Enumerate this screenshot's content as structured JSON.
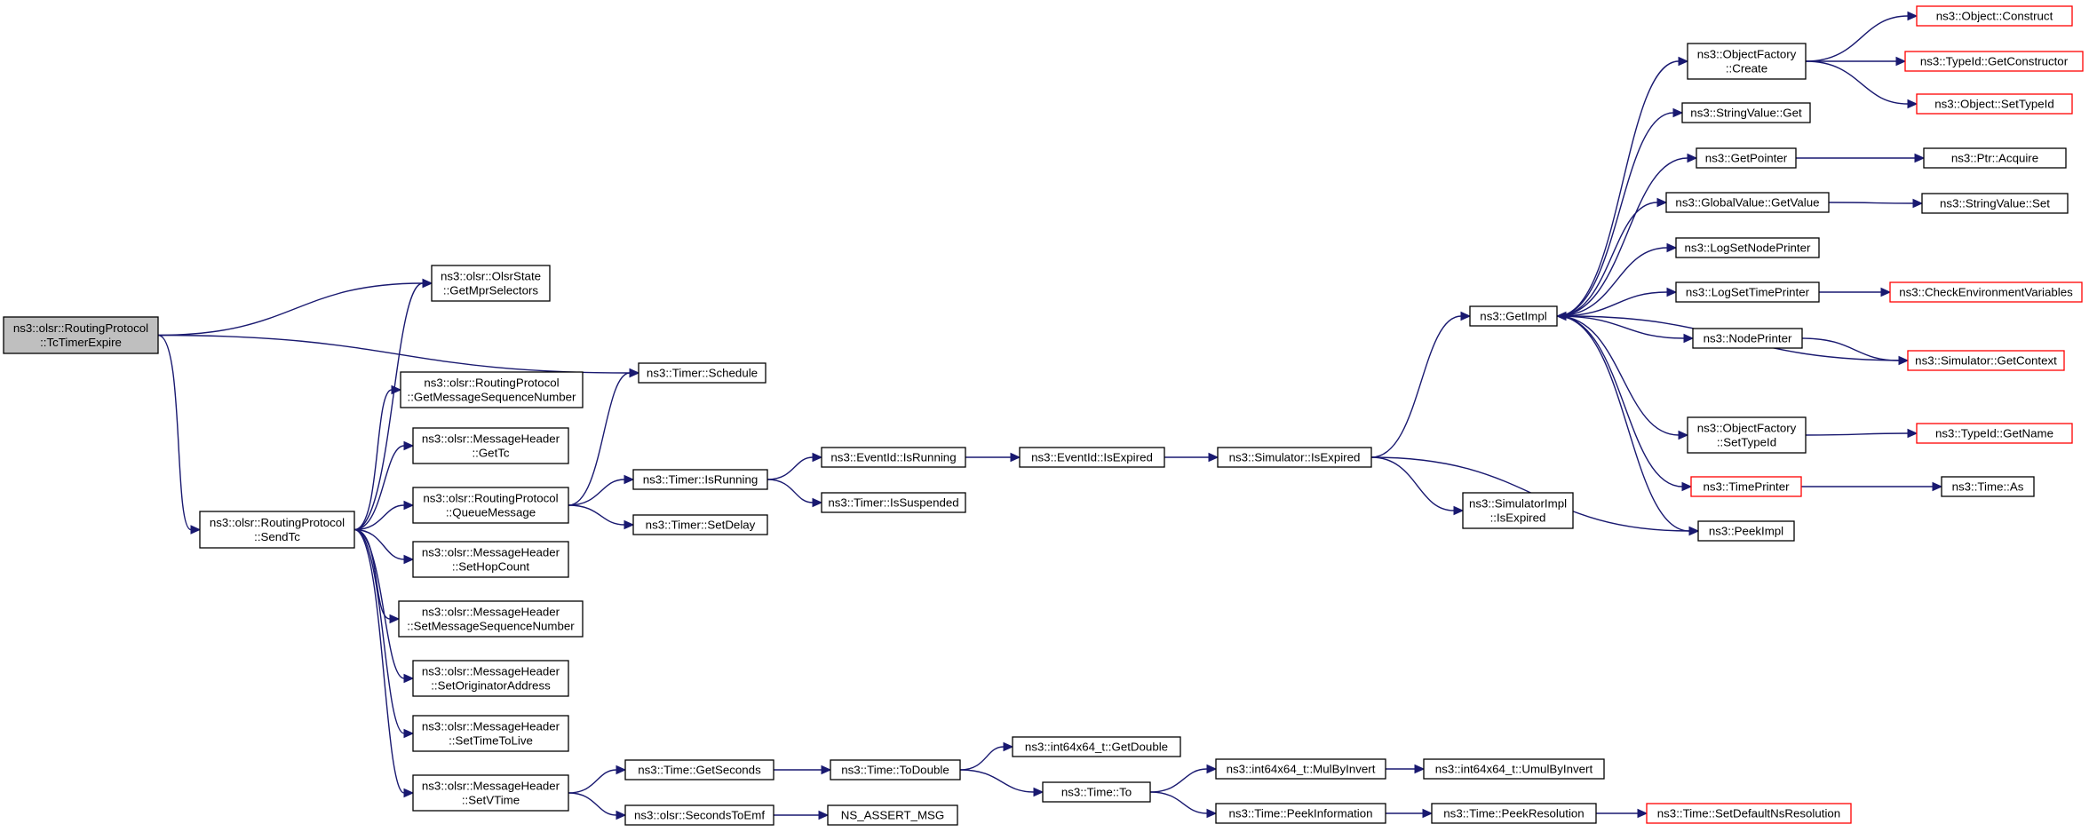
{
  "nodes": [
    {
      "id": "tc",
      "lines": [
        "ns3::olsr::RoutingProtocol",
        "::TcTimerExpire"
      ],
      "kind": "root"
    },
    {
      "id": "mpr",
      "lines": [
        "ns3::olsr::OlsrState",
        "::GetMprSelectors"
      ],
      "kind": "normal"
    },
    {
      "id": "sched",
      "lines": [
        "ns3::Timer::Schedule"
      ],
      "kind": "normal"
    },
    {
      "id": "sendtc",
      "lines": [
        "ns3::olsr::RoutingProtocol",
        "::SendTc"
      ],
      "kind": "normal"
    },
    {
      "id": "gmsn",
      "lines": [
        "ns3::olsr::RoutingProtocol",
        "::GetMessageSequenceNumber"
      ],
      "kind": "normal"
    },
    {
      "id": "gettc",
      "lines": [
        "ns3::olsr::MessageHeader",
        "::GetTc"
      ],
      "kind": "normal"
    },
    {
      "id": "qmsg",
      "lines": [
        "ns3::olsr::RoutingProtocol",
        "::QueueMessage"
      ],
      "kind": "normal"
    },
    {
      "id": "hop",
      "lines": [
        "ns3::olsr::MessageHeader",
        "::SetHopCount"
      ],
      "kind": "normal"
    },
    {
      "id": "smsn",
      "lines": [
        "ns3::olsr::MessageHeader",
        "::SetMessageSequenceNumber"
      ],
      "kind": "normal"
    },
    {
      "id": "orig",
      "lines": [
        "ns3::olsr::MessageHeader",
        "::SetOriginatorAddress"
      ],
      "kind": "normal"
    },
    {
      "id": "ttl",
      "lines": [
        "ns3::olsr::MessageHeader",
        "::SetTimeToLive"
      ],
      "kind": "normal"
    },
    {
      "id": "vtime",
      "lines": [
        "ns3::olsr::MessageHeader",
        "::SetVTime"
      ],
      "kind": "normal"
    },
    {
      "id": "isrun",
      "lines": [
        "ns3::Timer::IsRunning"
      ],
      "kind": "normal"
    },
    {
      "id": "delay",
      "lines": [
        "ns3::Timer::SetDelay"
      ],
      "kind": "normal"
    },
    {
      "id": "eidrun",
      "lines": [
        "ns3::EventId::IsRunning"
      ],
      "kind": "normal"
    },
    {
      "id": "issusp",
      "lines": [
        "ns3::Timer::IsSuspended"
      ],
      "kind": "normal"
    },
    {
      "id": "eidexp",
      "lines": [
        "ns3::EventId::IsExpired"
      ],
      "kind": "normal"
    },
    {
      "id": "simexp",
      "lines": [
        "ns3::Simulator::IsExpired"
      ],
      "kind": "normal"
    },
    {
      "id": "simimplexp",
      "lines": [
        "ns3::SimulatorImpl",
        "::IsExpired"
      ],
      "kind": "normal"
    },
    {
      "id": "getimpl",
      "lines": [
        "ns3::GetImpl"
      ],
      "kind": "normal"
    },
    {
      "id": "ofcreate",
      "lines": [
        "ns3::ObjectFactory",
        "::Create"
      ],
      "kind": "normal"
    },
    {
      "id": "svget",
      "lines": [
        "ns3::StringValue::Get"
      ],
      "kind": "normal"
    },
    {
      "id": "getptr",
      "lines": [
        "ns3::GetPointer"
      ],
      "kind": "normal"
    },
    {
      "id": "gvget",
      "lines": [
        "ns3::GlobalValue::GetValue"
      ],
      "kind": "normal"
    },
    {
      "id": "lsnp",
      "lines": [
        "ns3::LogSetNodePrinter"
      ],
      "kind": "normal"
    },
    {
      "id": "lstp",
      "lines": [
        "ns3::LogSetTimePrinter"
      ],
      "kind": "normal"
    },
    {
      "id": "nodepr",
      "lines": [
        "ns3::NodePrinter"
      ],
      "kind": "normal"
    },
    {
      "id": "ofsettid",
      "lines": [
        "ns3::ObjectFactory",
        "::SetTypeId"
      ],
      "kind": "normal"
    },
    {
      "id": "timepr",
      "lines": [
        "ns3::TimePrinter"
      ],
      "kind": "ext"
    },
    {
      "id": "peekimpl",
      "lines": [
        "ns3::PeekImpl"
      ],
      "kind": "normal"
    },
    {
      "id": "objconstruct",
      "lines": [
        "ns3::Object::Construct"
      ],
      "kind": "ext"
    },
    {
      "id": "tidgetctor",
      "lines": [
        "ns3::TypeId::GetConstructor"
      ],
      "kind": "ext"
    },
    {
      "id": "objsettid",
      "lines": [
        "ns3::Object::SetTypeId"
      ],
      "kind": "ext"
    },
    {
      "id": "ptracq",
      "lines": [
        "ns3::Ptr::Acquire"
      ],
      "kind": "normal"
    },
    {
      "id": "svset",
      "lines": [
        "ns3::StringValue::Set"
      ],
      "kind": "normal"
    },
    {
      "id": "checkenv",
      "lines": [
        "ns3::CheckEnvironmentVariables"
      ],
      "kind": "ext"
    },
    {
      "id": "simgetctx",
      "lines": [
        "ns3::Simulator::GetContext"
      ],
      "kind": "ext"
    },
    {
      "id": "tidgetname",
      "lines": [
        "ns3::TypeId::GetName"
      ],
      "kind": "ext"
    },
    {
      "id": "timeas",
      "lines": [
        "ns3::Time::As"
      ],
      "kind": "normal"
    },
    {
      "id": "getsec",
      "lines": [
        "ns3::Time::GetSeconds"
      ],
      "kind": "normal"
    },
    {
      "id": "sec2emf",
      "lines": [
        "ns3::olsr::SecondsToEmf"
      ],
      "kind": "normal"
    },
    {
      "id": "todouble",
      "lines": [
        "ns3::Time::ToDouble"
      ],
      "kind": "normal"
    },
    {
      "id": "nsassert",
      "lines": [
        "NS_ASSERT_MSG"
      ],
      "kind": "normal"
    },
    {
      "id": "getdouble",
      "lines": [
        "ns3::int64x64_t::GetDouble"
      ],
      "kind": "normal"
    },
    {
      "id": "timeto",
      "lines": [
        "ns3::Time::To"
      ],
      "kind": "normal"
    },
    {
      "id": "mulbyinv",
      "lines": [
        "ns3::int64x64_t::MulByInvert"
      ],
      "kind": "normal"
    },
    {
      "id": "peekinfo",
      "lines": [
        "ns3::Time::PeekInformation"
      ],
      "kind": "normal"
    },
    {
      "id": "umulbyinv",
      "lines": [
        "ns3::int64x64_t::UmulByInvert"
      ],
      "kind": "normal"
    },
    {
      "id": "peekres",
      "lines": [
        "ns3::Time::PeekResolution"
      ],
      "kind": "normal"
    },
    {
      "id": "setdefres",
      "lines": [
        "ns3::Time::SetDefaultNsResolution"
      ],
      "kind": "ext"
    }
  ],
  "edges": [
    [
      "tc",
      "mpr"
    ],
    [
      "tc",
      "sched"
    ],
    [
      "tc",
      "sendtc"
    ],
    [
      "sendtc",
      "mpr"
    ],
    [
      "sendtc",
      "gmsn"
    ],
    [
      "sendtc",
      "gettc"
    ],
    [
      "sendtc",
      "qmsg"
    ],
    [
      "sendtc",
      "hop"
    ],
    [
      "sendtc",
      "smsn"
    ],
    [
      "sendtc",
      "orig"
    ],
    [
      "sendtc",
      "ttl"
    ],
    [
      "sendtc",
      "vtime"
    ],
    [
      "qmsg",
      "sched"
    ],
    [
      "qmsg",
      "isrun"
    ],
    [
      "qmsg",
      "delay"
    ],
    [
      "isrun",
      "eidrun"
    ],
    [
      "isrun",
      "issusp"
    ],
    [
      "eidrun",
      "eidexp"
    ],
    [
      "eidexp",
      "simexp"
    ],
    [
      "simexp",
      "getimpl"
    ],
    [
      "simexp",
      "simimplexp"
    ],
    [
      "simexp",
      "peekimpl"
    ],
    [
      "getimpl",
      "ofcreate"
    ],
    [
      "getimpl",
      "svget"
    ],
    [
      "getimpl",
      "getptr"
    ],
    [
      "getimpl",
      "gvget"
    ],
    [
      "getimpl",
      "lsnp"
    ],
    [
      "getimpl",
      "lstp"
    ],
    [
      "getimpl",
      "nodepr"
    ],
    [
      "getimpl",
      "ofsettid"
    ],
    [
      "getimpl",
      "timepr"
    ],
    [
      "getimpl",
      "peekimpl"
    ],
    [
      "simgetctx",
      "getimpl"
    ],
    [
      "ofcreate",
      "objconstruct"
    ],
    [
      "ofcreate",
      "tidgetctor"
    ],
    [
      "ofcreate",
      "objsettid"
    ],
    [
      "getptr",
      "ptracq"
    ],
    [
      "gvget",
      "svset"
    ],
    [
      "lstp",
      "checkenv"
    ],
    [
      "nodepr",
      "simgetctx"
    ],
    [
      "ofsettid",
      "tidgetname"
    ],
    [
      "timepr",
      "timeas"
    ],
    [
      "vtime",
      "getsec"
    ],
    [
      "vtime",
      "sec2emf"
    ],
    [
      "getsec",
      "todouble"
    ],
    [
      "sec2emf",
      "nsassert"
    ],
    [
      "todouble",
      "getdouble"
    ],
    [
      "todouble",
      "timeto"
    ],
    [
      "timeto",
      "mulbyinv"
    ],
    [
      "timeto",
      "peekinfo"
    ],
    [
      "mulbyinv",
      "umulbyinv"
    ],
    [
      "peekinfo",
      "peekres"
    ],
    [
      "peekres",
      "setdefres"
    ]
  ]
}
